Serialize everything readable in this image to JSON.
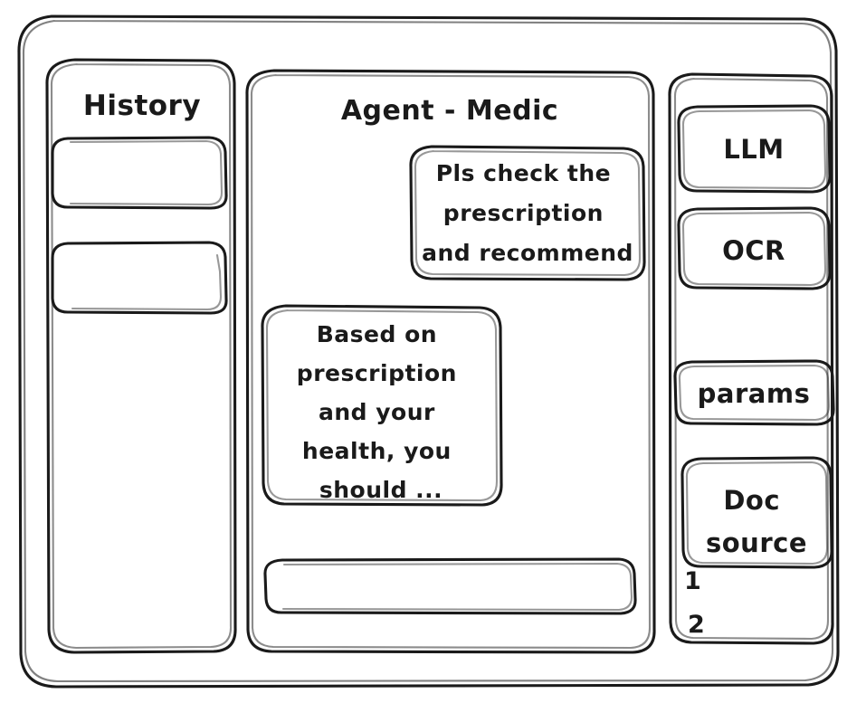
{
  "window": {
    "name": "agent-medic-wireframe"
  },
  "sidebar": {
    "title": "History",
    "items": [
      {
        "label": ""
      },
      {
        "label": ""
      }
    ]
  },
  "main": {
    "title": "Agent - Medic",
    "messages": [
      {
        "role": "user",
        "lines": [
          "Pls check the",
          "prescription",
          "and recommend"
        ]
      },
      {
        "role": "assistant",
        "lines": [
          "Based on",
          "prescription",
          "and your",
          "health, you",
          "should ..."
        ]
      }
    ],
    "composer": {
      "value": "",
      "placeholder": ""
    }
  },
  "tools_panel": {
    "buttons": [
      {
        "label": "LLM"
      },
      {
        "label": "OCR"
      },
      {
        "label": "params"
      },
      {
        "label": "Doc source"
      }
    ],
    "doc_source_label_lines": [
      "Doc",
      "source"
    ],
    "source_list": [
      {
        "label": "1"
      },
      {
        "label": "2"
      }
    ]
  },
  "style": {
    "stroke_color": "#1a1a1a",
    "background": "#ffffff"
  }
}
